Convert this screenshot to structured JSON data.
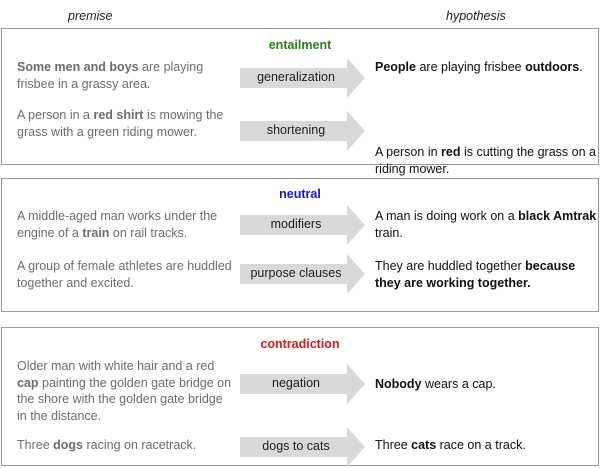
{
  "headers": {
    "premise": "premise",
    "hypothesis": "hypothesis"
  },
  "colors": {
    "entailment": "#2e7d1e",
    "neutral": "#1515d0",
    "contradiction": "#e01515",
    "arrow": "#d9d9d9"
  },
  "panels": [
    {
      "title": "entailment",
      "rows": [
        {
          "premise": [
            {
              "t": "Some men and boys",
              "b": true
            },
            {
              "t": " are playing frisbee in a grassy area.",
              "b": false
            }
          ],
          "arrow": "generalization",
          "hypothesis": [
            {
              "t": "People",
              "b": true
            },
            {
              "t": " are playing frisbee ",
              "b": false
            },
            {
              "t": "outdoors",
              "b": true
            },
            {
              "t": ".",
              "b": false
            }
          ]
        },
        {
          "premise": [
            {
              "t": "A person in a ",
              "b": false
            },
            {
              "t": "red shirt",
              "b": true
            },
            {
              "t": " is mowing the grass with a green riding mower.",
              "b": false
            }
          ],
          "arrow": "shortening",
          "hypothesis": [
            {
              "t": "A person in ",
              "b": false
            },
            {
              "t": "red",
              "b": true
            },
            {
              "t": " is cutting the grass on a riding mower.",
              "b": false
            }
          ]
        }
      ]
    },
    {
      "title": "neutral",
      "rows": [
        {
          "premise": [
            {
              "t": "A middle-aged man works under the engine of a ",
              "b": false
            },
            {
              "t": "train",
              "b": true
            },
            {
              "t": " on rail tracks.",
              "b": false
            }
          ],
          "arrow": "modifiers",
          "hypothesis": [
            {
              "t": "A man is doing work on a ",
              "b": false
            },
            {
              "t": "black Amtrak",
              "b": true
            },
            {
              "t": " train.",
              "b": false
            }
          ]
        },
        {
          "premise": [
            {
              "t": "A group of female athletes are huddled together and excited.",
              "b": false
            }
          ],
          "arrow": "purpose clauses",
          "hypothesis": [
            {
              "t": "They are huddled together ",
              "b": false
            },
            {
              "t": "because they are working together.",
              "b": true
            }
          ]
        }
      ]
    },
    {
      "title": "contradiction",
      "rows": [
        {
          "premise": [
            {
              "t": "Older man with white hair and a red ",
              "b": false
            },
            {
              "t": "cap",
              "b": true
            },
            {
              "t": " painting the golden gate bridge on the shore with the golden gate bridge in the distance.",
              "b": false
            }
          ],
          "arrow": "negation",
          "hypothesis": [
            {
              "t": "Nobody",
              "b": true
            },
            {
              "t": " wears a cap.",
              "b": false
            }
          ]
        },
        {
          "premise": [
            {
              "t": "Three ",
              "b": false
            },
            {
              "t": "dogs",
              "b": true
            },
            {
              "t": " racing on racetrack.",
              "b": false
            }
          ],
          "arrow": "dogs to cats",
          "hypothesis": [
            {
              "t": "Three ",
              "b": false
            },
            {
              "t": "cats",
              "b": true
            },
            {
              "t": " race on a track.",
              "b": false
            }
          ]
        }
      ]
    }
  ]
}
